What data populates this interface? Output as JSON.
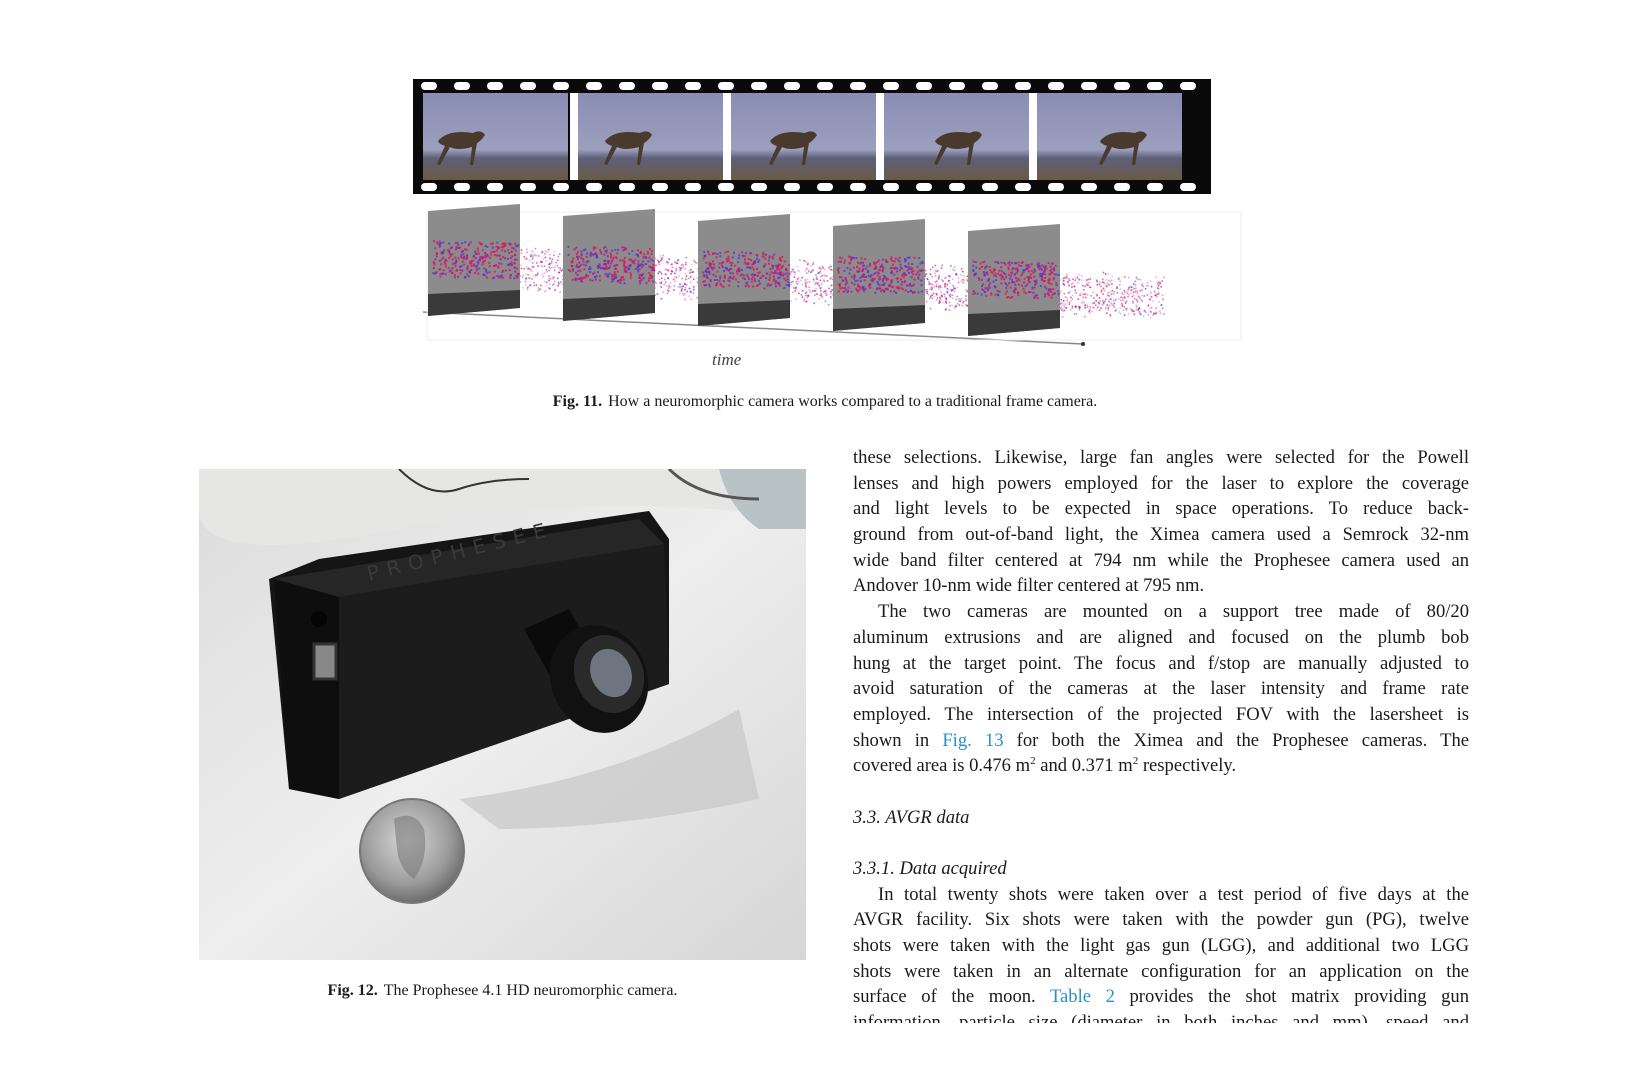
{
  "figure11": {
    "axis_label": "time",
    "caption_label": "Fig. 11.",
    "caption_text": "How a neuromorphic camera works compared to a traditional frame camera.",
    "colors": {
      "positive_events": "#e0105a",
      "negative_events": "#5a2fd8",
      "film": "#0a0a0a"
    }
  },
  "figure12": {
    "caption_label": "Fig. 12.",
    "caption_text": "The Prophesee 4.1 HD neuromorphic camera.",
    "logo_text": "PROPHESEE"
  },
  "body": {
    "link_color": "#2a8fc7",
    "lines": [
      {
        "cls": "",
        "parts": [
          {
            "t": "these selections. Likewise, large fan angles were selected for the Powell"
          }
        ]
      },
      {
        "cls": "",
        "parts": [
          {
            "t": "lenses and high powers employed for the laser to explore the coverage"
          }
        ]
      },
      {
        "cls": "",
        "parts": [
          {
            "t": "and light levels to be expected in space operations. To reduce back-"
          }
        ]
      },
      {
        "cls": "",
        "parts": [
          {
            "t": "ground from out-of-band light, the Ximea camera used a Semrock 32-nm"
          }
        ]
      },
      {
        "cls": "",
        "parts": [
          {
            "t": "wide band filter centered at 794 nm while the Prophesee camera used an"
          }
        ]
      },
      {
        "cls": "last",
        "parts": [
          {
            "t": "Andover 10-nm wide filter centered at 795 nm."
          }
        ]
      },
      {
        "cls": "indent",
        "parts": [
          {
            "t": "The two cameras are mounted on a support tree made of 80/20"
          }
        ]
      },
      {
        "cls": "",
        "parts": [
          {
            "t": "aluminum extrusions and are aligned and focused on the plumb bob"
          }
        ]
      },
      {
        "cls": "",
        "parts": [
          {
            "t": "hung at the target point. The focus and f/stop are manually adjusted to"
          }
        ]
      },
      {
        "cls": "",
        "parts": [
          {
            "t": "avoid saturation of the cameras at the laser intensity and frame rate"
          }
        ]
      },
      {
        "cls": "",
        "parts": [
          {
            "t": "employed. The intersection of the projected FOV with the lasersheet is"
          }
        ]
      },
      {
        "cls": "",
        "parts": [
          {
            "t": "shown in "
          },
          {
            "t": "Fig. 13",
            "link": true
          },
          {
            "t": " for both the Ximea and the Prophesee cameras. The"
          }
        ]
      },
      {
        "cls": "last",
        "parts": [
          {
            "t": "covered area is 0.476 m"
          },
          {
            "t": "2",
            "sup": true
          },
          {
            "t": " and 0.371 m"
          },
          {
            "t": "2",
            "sup": true
          },
          {
            "t": " respectively."
          }
        ]
      },
      {
        "cls": "gap",
        "parts": []
      },
      {
        "cls": "heading",
        "parts": [
          {
            "t": "3.3.  AVGR data"
          }
        ]
      },
      {
        "cls": "gap",
        "parts": []
      },
      {
        "cls": "heading",
        "parts": [
          {
            "t": "3.3.1.  Data acquired"
          }
        ]
      },
      {
        "cls": "indent",
        "parts": [
          {
            "t": "In total twenty shots were taken over a test period of five days at the"
          }
        ]
      },
      {
        "cls": "",
        "parts": [
          {
            "t": "AVGR facility. Six shots were taken with the powder gun (PG), twelve"
          }
        ]
      },
      {
        "cls": "",
        "parts": [
          {
            "t": "shots were taken with the light gas gun (LGG), and additional two LGG"
          }
        ]
      },
      {
        "cls": "",
        "parts": [
          {
            "t": "shots were taken in an alternate configuration for an application on the"
          }
        ]
      },
      {
        "cls": "",
        "parts": [
          {
            "t": "surface of the moon. "
          },
          {
            "t": "Table 2",
            "link": true
          },
          {
            "t": " provides the shot matrix providing gun"
          }
        ]
      },
      {
        "cls": "cut",
        "parts": [
          {
            "t": "information, particle size (diameter in both inches and mm), speed and"
          }
        ]
      }
    ]
  }
}
